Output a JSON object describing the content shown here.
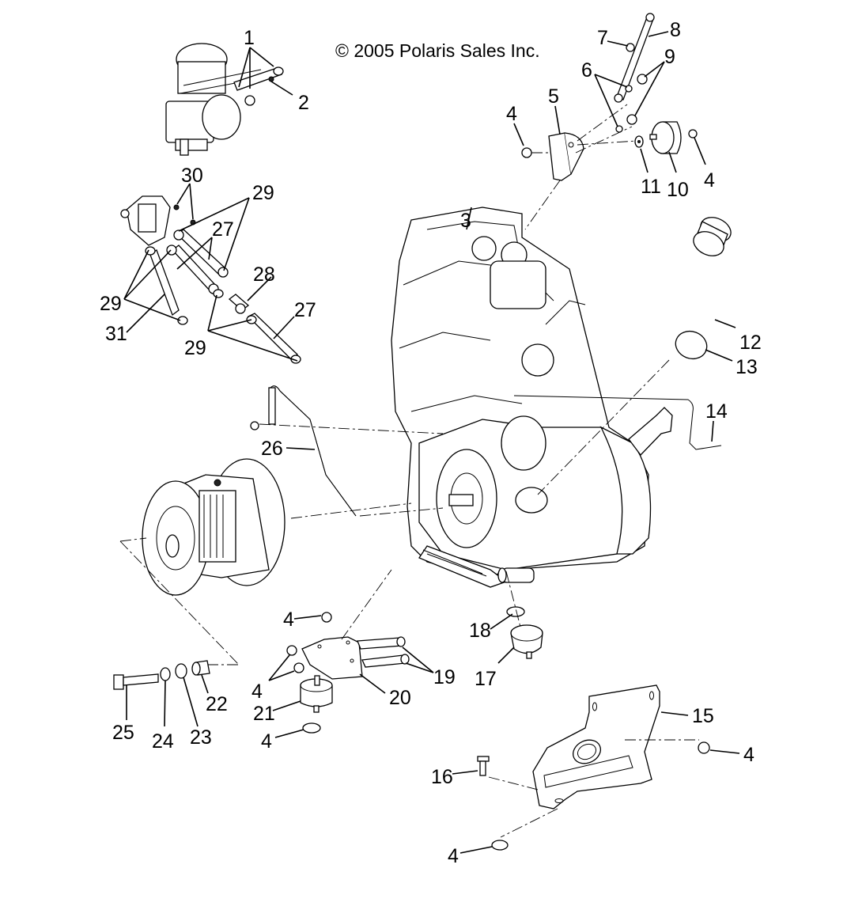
{
  "copyright": "© 2005 Polaris Sales Inc.",
  "callouts": {
    "c1": "1",
    "c2": "2",
    "c3": "3",
    "c4a": "4",
    "c4b": "4",
    "c4c": "4",
    "c4d": "4",
    "c4e": "4",
    "c4f": "4",
    "c4g": "4",
    "c5": "5",
    "c6": "6",
    "c7": "7",
    "c8": "8",
    "c9": "9",
    "c10": "10",
    "c11": "11",
    "c12": "12",
    "c13": "13",
    "c14": "14",
    "c15": "15",
    "c16": "16",
    "c17": "17",
    "c18": "18",
    "c19": "19",
    "c20": "20",
    "c21": "21",
    "c22": "22",
    "c23": "23",
    "c24": "24",
    "c25": "25",
    "c26": "26",
    "c27a": "27",
    "c27b": "27",
    "c28": "28",
    "c29a": "29",
    "c29b": "29",
    "c29c": "29",
    "c30": "30",
    "c31": "31"
  },
  "parts": [
    {
      "id": "carburetor-assembly",
      "callouts": [
        "1",
        "2"
      ]
    },
    {
      "id": "engine",
      "callout": "3"
    },
    {
      "id": "nut",
      "callout": "4"
    },
    {
      "id": "bracket-upper",
      "callout": "5"
    },
    {
      "id": "torque-stop-link",
      "callouts": [
        "6",
        "7",
        "8",
        "9"
      ]
    },
    {
      "id": "torque-stop-mount",
      "callout": "10"
    },
    {
      "id": "washer",
      "callout": "11"
    },
    {
      "id": "intake-boot",
      "callout": "12"
    },
    {
      "id": "clamp",
      "callout": "13"
    },
    {
      "id": "vent-hose",
      "callout": "14"
    },
    {
      "id": "engine-mount-plate",
      "callout": "15"
    },
    {
      "id": "bolt",
      "callout": "16"
    },
    {
      "id": "rubber-mount",
      "callouts": [
        "17",
        "21"
      ]
    },
    {
      "id": "washer-lower",
      "callout": "18"
    },
    {
      "id": "stud",
      "callout": "19"
    },
    {
      "id": "front-mount-bracket",
      "callout": "20"
    },
    {
      "id": "spacer",
      "callout": "22"
    },
    {
      "id": "washers",
      "callouts": [
        "23",
        "24"
      ]
    },
    {
      "id": "clutch-bolt",
      "callout": "25"
    },
    {
      "id": "breather-tube",
      "callout": "26"
    },
    {
      "id": "fuel-pump-hoses",
      "callouts": [
        "27",
        "28",
        "29",
        "30",
        "31"
      ]
    }
  ]
}
